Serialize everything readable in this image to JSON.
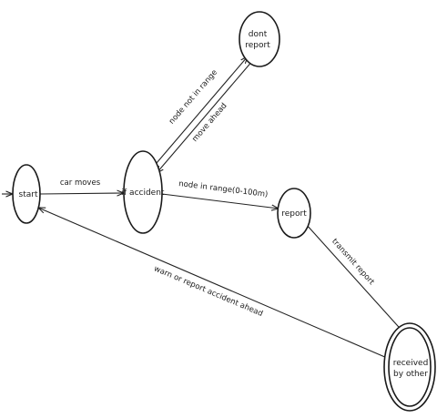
{
  "diagram": {
    "states": {
      "start": "start",
      "if_accident": "if accident",
      "dont_report_line1": "dont",
      "dont_report_line2": "report",
      "report": "report",
      "received_line1": "received",
      "received_line2": "by other"
    },
    "transitions": {
      "car_moves": "car moves",
      "node_not_in_range": "node not in range",
      "move_ahead": "move ahead",
      "node_in_range": "node in range(0-100m)",
      "transmit_report": "transmit report",
      "warn_or_report": "warn or report accident ahead"
    },
    "colors": {
      "ink": "#1a1a1a",
      "background": "#ffffff"
    }
  }
}
